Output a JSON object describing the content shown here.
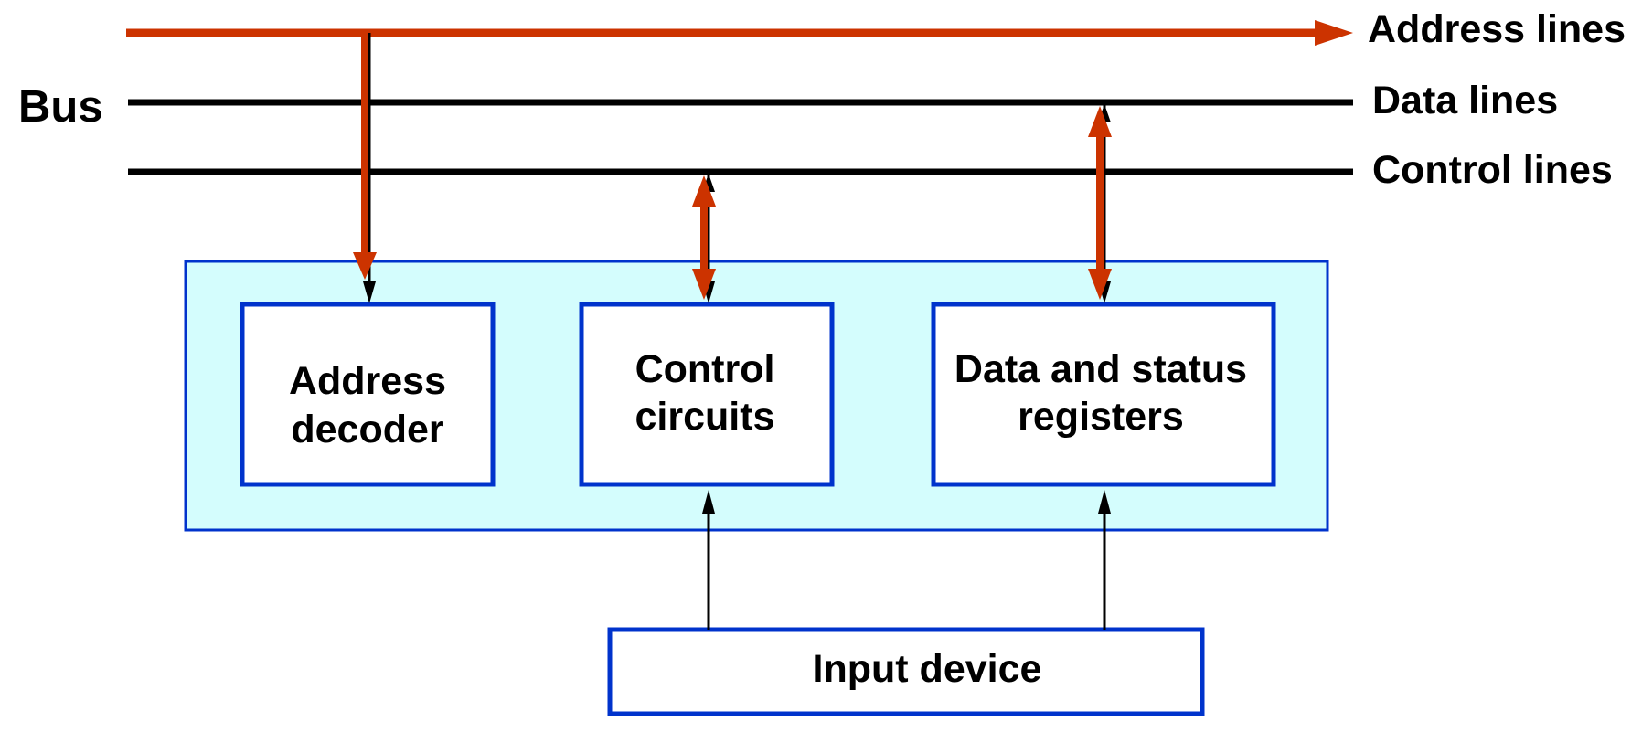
{
  "bus": {
    "label": "Bus",
    "address_line": "Address lines",
    "data_line": "Data lines",
    "control_line": "Control lines"
  },
  "interface": {
    "address_decoder": {
      "line1": "Address",
      "line2": "decoder"
    },
    "control_circuits": {
      "line1": "Control",
      "line2": "circuits"
    },
    "data_status_registers": {
      "line1": "Data and status",
      "line2": "registers"
    }
  },
  "input_device": {
    "label": "Input device"
  },
  "colors": {
    "bus_line": "#000000",
    "address_line": "#cc3300",
    "interface_fill": "#d4fdfd",
    "interface_border": "#0033cc",
    "box_border": "#0033cc",
    "box_fill": "#ffffff",
    "signal_arrow": "#cc3300",
    "device_arrow": "#000000"
  }
}
